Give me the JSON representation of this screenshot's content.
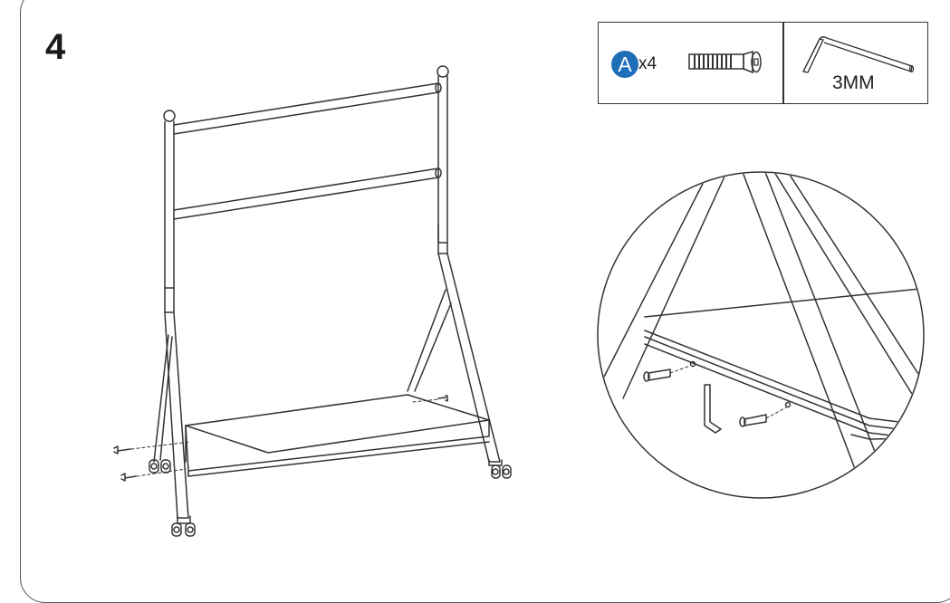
{
  "step": {
    "number": "4"
  },
  "parts": {
    "screw": {
      "badge_letter": "A",
      "quantity": "x4",
      "icon": "screw-icon"
    },
    "tool": {
      "size": "3MM",
      "icon": "hex-key-icon"
    }
  },
  "colors": {
    "badge": "#1f6fb8",
    "line": "#333333",
    "frame": "#555555"
  }
}
